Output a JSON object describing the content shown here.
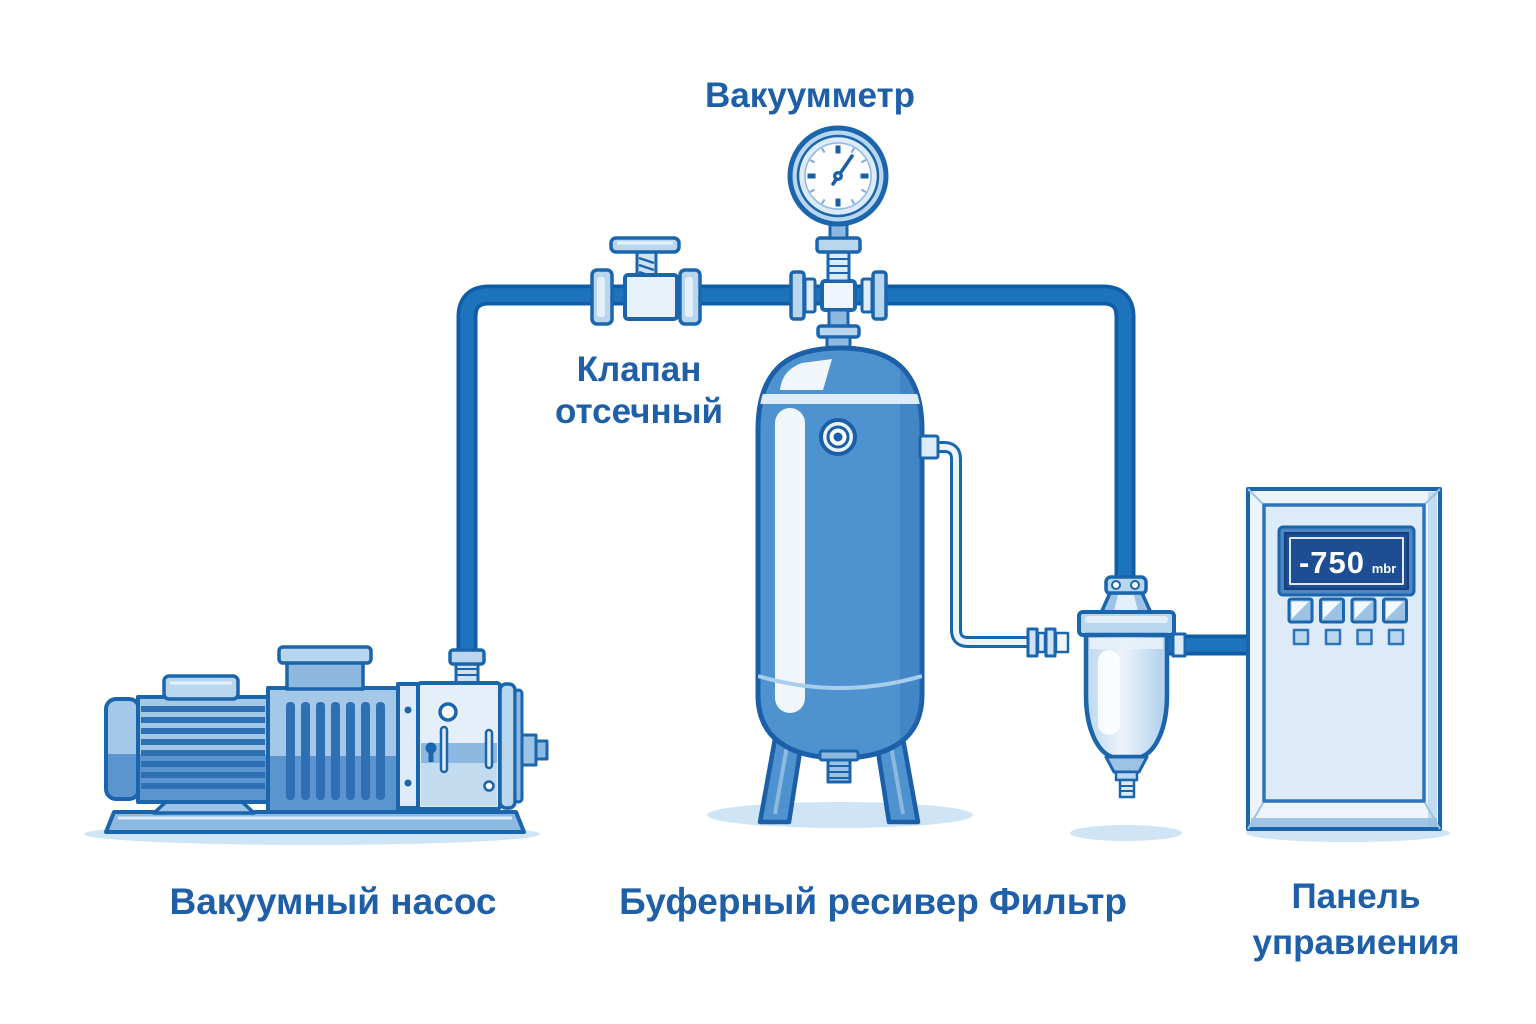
{
  "labels": {
    "gauge": "Вакуумметр",
    "valve_line1": "Клапан",
    "valve_line2": "отсечный",
    "pump": "Вакуумный насос",
    "receiver": "Буферный ресивер",
    "filter": "Фильтр",
    "panel_line1": "Панель",
    "panel_line2": "управиения"
  },
  "control_panel": {
    "display_value": "-750",
    "display_unit": "mbr",
    "large_button_count": 4,
    "small_button_count": 4
  },
  "colors": {
    "background": "#ffffff",
    "pipe": "#1e74bc",
    "pipe_outline": "#0e5da6",
    "component_outline": "#1b65ad",
    "tank_blue": "#4e92d0",
    "light_blue": "#dcebf7",
    "display_background": "#1d4e94",
    "display_text": "#ffffff",
    "label_text": "#1e5fa8",
    "shadow": "#cfe4f5"
  }
}
